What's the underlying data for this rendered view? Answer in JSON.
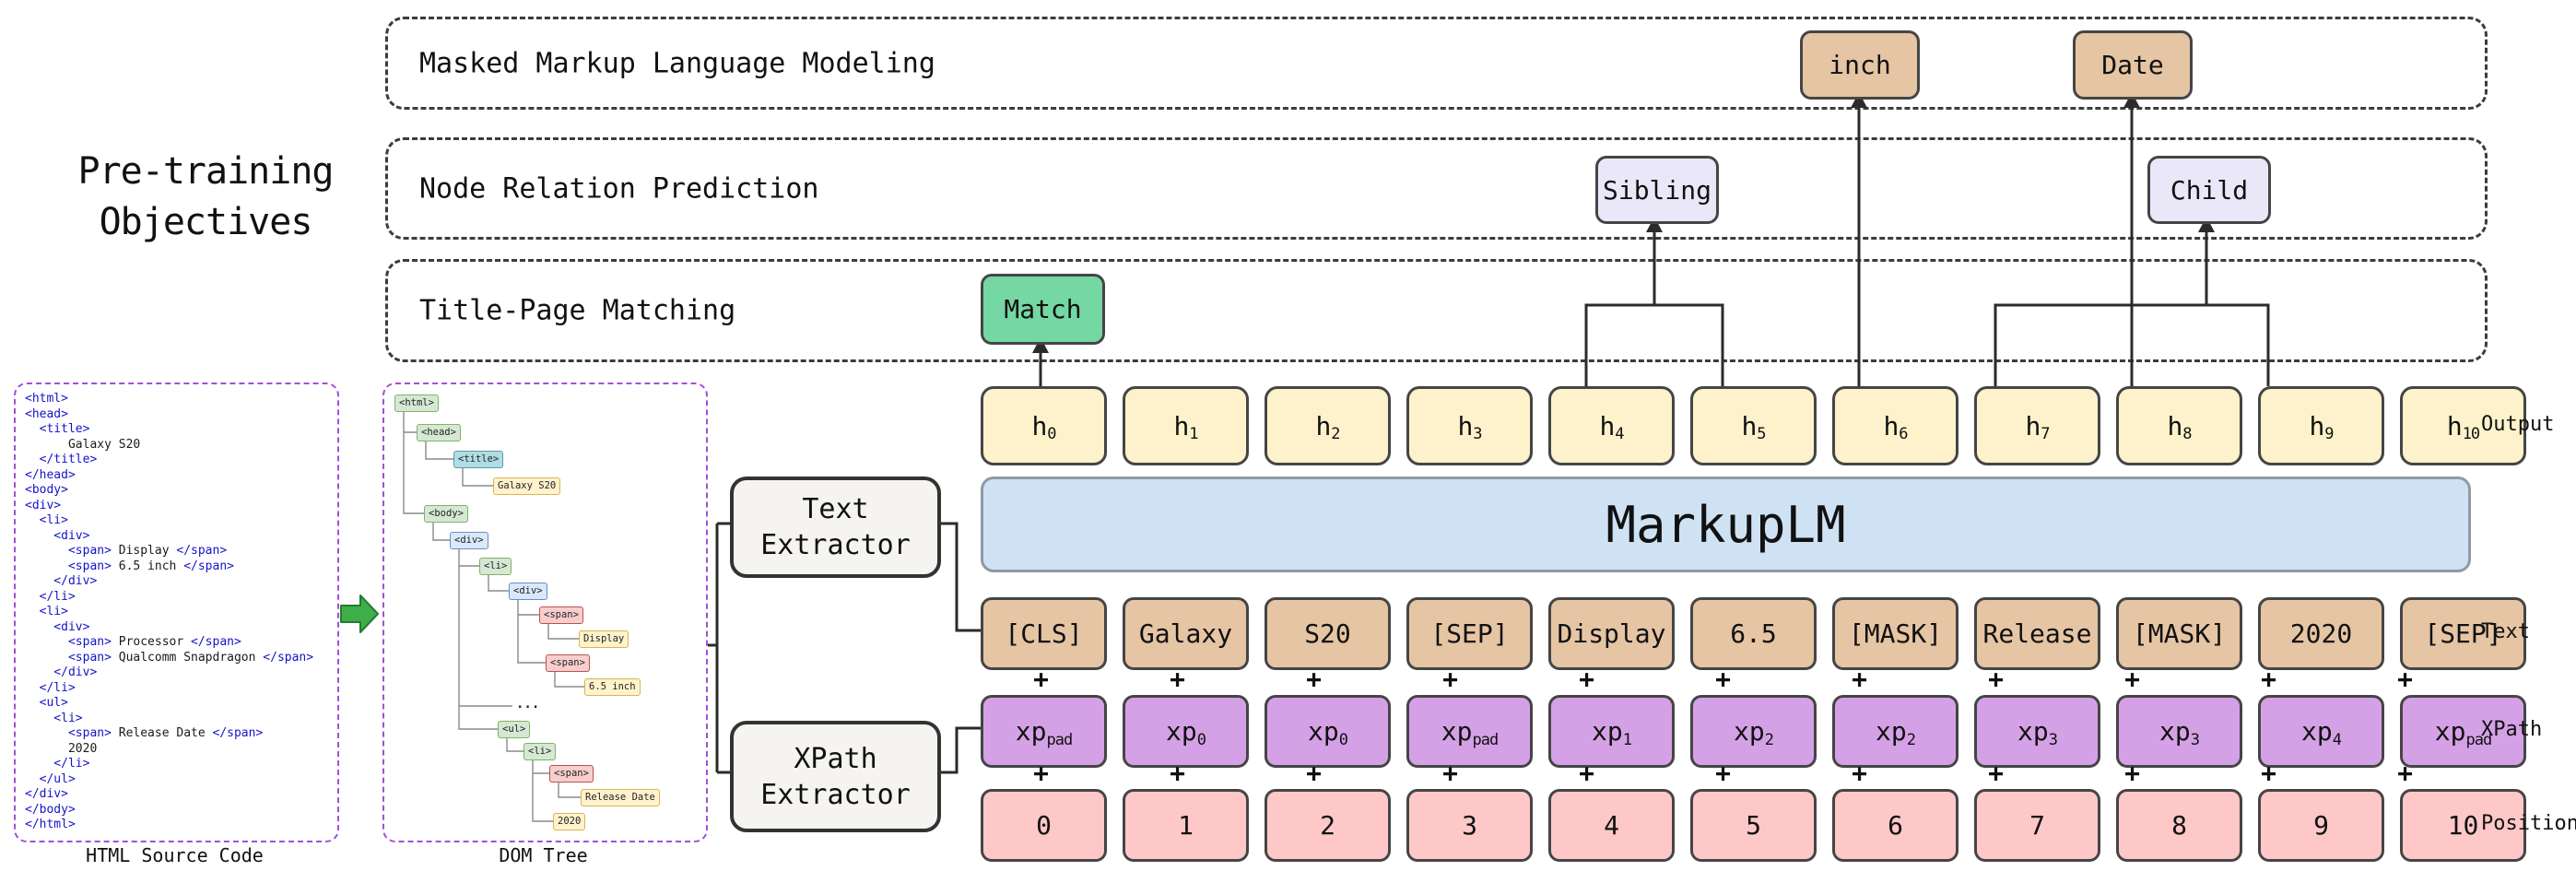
{
  "left_title": {
    "line1": "Pre-training",
    "line2": "Objectives"
  },
  "objectives": {
    "mmlm": {
      "label": "Masked Markup Language Modeling",
      "token_inch": "inch",
      "token_date": "Date"
    },
    "nrp": {
      "label": "Node Relation Prediction",
      "token_sibling": "Sibling",
      "token_child": "Child"
    },
    "tpm": {
      "label": "Title-Page Matching",
      "token_match": "Match"
    }
  },
  "model": {
    "name": "MarkupLM"
  },
  "extractors": {
    "text": {
      "line1": "Text",
      "line2": "Extractor"
    },
    "xpath": {
      "line1": "XPath",
      "line2": "Extractor"
    }
  },
  "row_labels": {
    "output": "Output",
    "text": "Text",
    "xpath": "XPath",
    "position": "Position"
  },
  "symbols": {
    "plus": "+"
  },
  "rows": {
    "output": [
      {
        "b": "h",
        "s": "0"
      },
      {
        "b": "h",
        "s": "1"
      },
      {
        "b": "h",
        "s": "2"
      },
      {
        "b": "h",
        "s": "3"
      },
      {
        "b": "h",
        "s": "4"
      },
      {
        "b": "h",
        "s": "5"
      },
      {
        "b": "h",
        "s": "6"
      },
      {
        "b": "h",
        "s": "7"
      },
      {
        "b": "h",
        "s": "8"
      },
      {
        "b": "h",
        "s": "9"
      },
      {
        "b": "h",
        "s": "10"
      }
    ],
    "text": [
      "[CLS]",
      "Galaxy",
      "S20",
      "[SEP]",
      "Display",
      "6.5",
      "[MASK]",
      "Release",
      "[MASK]",
      "2020",
      "[SEP]"
    ],
    "xpath": [
      {
        "b": "xp",
        "s": "pad"
      },
      {
        "b": "xp",
        "s": "0"
      },
      {
        "b": "xp",
        "s": "0"
      },
      {
        "b": "xp",
        "s": "pad"
      },
      {
        "b": "xp",
        "s": "1"
      },
      {
        "b": "xp",
        "s": "2"
      },
      {
        "b": "xp",
        "s": "2"
      },
      {
        "b": "xp",
        "s": "3"
      },
      {
        "b": "xp",
        "s": "3"
      },
      {
        "b": "xp",
        "s": "4"
      },
      {
        "b": "xp",
        "s": "pad"
      }
    ],
    "position": [
      "0",
      "1",
      "2",
      "3",
      "4",
      "5",
      "6",
      "7",
      "8",
      "9",
      "10"
    ]
  },
  "panels": {
    "html_source": {
      "caption": "HTML Source Code",
      "code": [
        {
          "a": "<html>"
        },
        {
          "a": "<head>"
        },
        {
          "a": "  <title>"
        },
        {
          "b": "      Galaxy S20"
        },
        {
          "a": "  </title>"
        },
        {
          "a": "</head>"
        },
        {
          "a": "<body>"
        },
        {
          "a": "<div>"
        },
        {
          "a": "  <li>"
        },
        {
          "a": "    <div>"
        },
        {
          "a": "      <span>",
          "b": " Display ",
          "c": "</span>"
        },
        {
          "a": "      <span>",
          "b": " 6.5 inch ",
          "c": "</span>"
        },
        {
          "a": "    </div>"
        },
        {
          "a": "  </li>"
        },
        {
          "a": "  <li>"
        },
        {
          "a": "    <div>"
        },
        {
          "a": "      <span>",
          "b": " Processor ",
          "c": "</span>"
        },
        {
          "a": "      <span>",
          "b": " Qualcomm Snapdragon ",
          "c": "</span>"
        },
        {
          "a": "    </div>"
        },
        {
          "a": "  </li>"
        },
        {
          "a": "  <ul>"
        },
        {
          "a": "    <li>"
        },
        {
          "a": "      <span>",
          "b": " Release Date ",
          "c": "</span>"
        },
        {
          "b": "      2020"
        },
        {
          "a": "    </li>"
        },
        {
          "a": "  </ul>"
        },
        {
          "a": "</div>"
        },
        {
          "a": "</body>"
        },
        {
          "a": "</html>"
        }
      ]
    },
    "dom_tree": {
      "caption": "DOM Tree",
      "nodes": [
        {
          "label": "<html>"
        },
        {
          "label": "<head>"
        },
        {
          "label": "<title>"
        },
        {
          "label": "Galaxy S20"
        },
        {
          "label": "<body>"
        },
        {
          "label": "<div>"
        },
        {
          "label": "<li>"
        },
        {
          "label": "<div>"
        },
        {
          "label": "<span>"
        },
        {
          "label": "Display"
        },
        {
          "label": "<span>"
        },
        {
          "label": "6.5 inch"
        },
        {
          "label": "..."
        },
        {
          "label": "<ul>"
        },
        {
          "label": "<li>"
        },
        {
          "label": "<span>"
        },
        {
          "label": "Release Date"
        },
        {
          "label": "2020"
        }
      ]
    }
  },
  "colors": {
    "output_fill": "#fdf2cb",
    "text_fill": "#e6c5a4",
    "xpath_fill": "#d5a1e6",
    "position_fill": "#ffc8c8",
    "relation_fill": "#eae8f8",
    "match_fill": "#74d7a4",
    "model_fill": "#cfe2f3",
    "panel_border": "#a24fd8",
    "arrow_green": "#3fae4a"
  }
}
